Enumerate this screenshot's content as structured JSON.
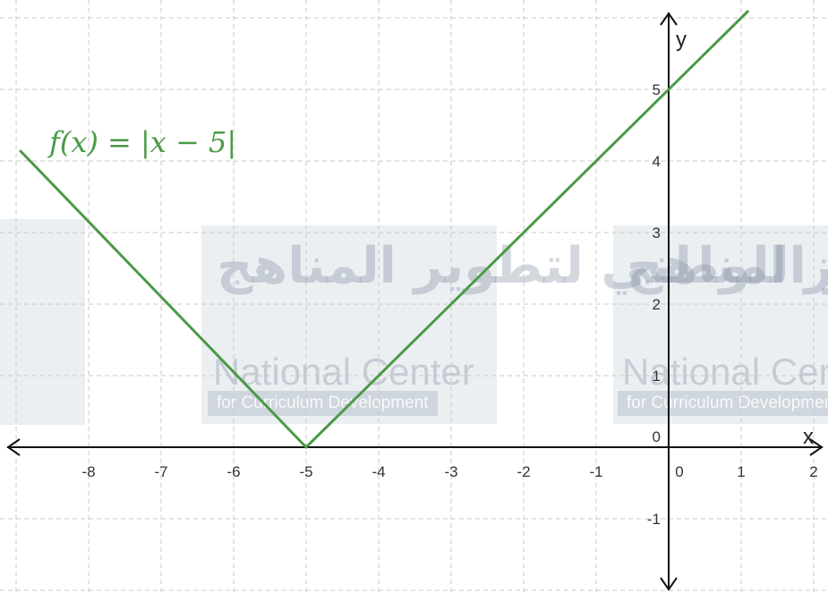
{
  "chart_data": {
    "type": "line",
    "series": [
      {
        "name": "f(x) = |x − 5|",
        "color": "#4a9a46",
        "points": [
          [
            -8.95,
            4.15
          ],
          [
            -5,
            0
          ],
          [
            1.1,
            6.1
          ]
        ]
      }
    ],
    "xlabel": "x",
    "ylabel": "y",
    "xlim": [
      -9.15,
      2.2
    ],
    "ylim": [
      -2.05,
      6.2
    ],
    "x_ticks": [
      -8,
      -7,
      -6,
      -5,
      -4,
      -3,
      -2,
      -1,
      0,
      1,
      2
    ],
    "y_ticks": [
      -1,
      0,
      1,
      2,
      3,
      4,
      5
    ],
    "grid": true,
    "grid_style": "dashed",
    "colors": {
      "line": "#4a9a46",
      "axis": "#111111",
      "grid": "#c8c8c8"
    }
  },
  "watermark": {
    "arabic": "المركز الوطني لتطوير المناهج",
    "english_1": "National Center",
    "english_2": "for Curriculum Development"
  }
}
